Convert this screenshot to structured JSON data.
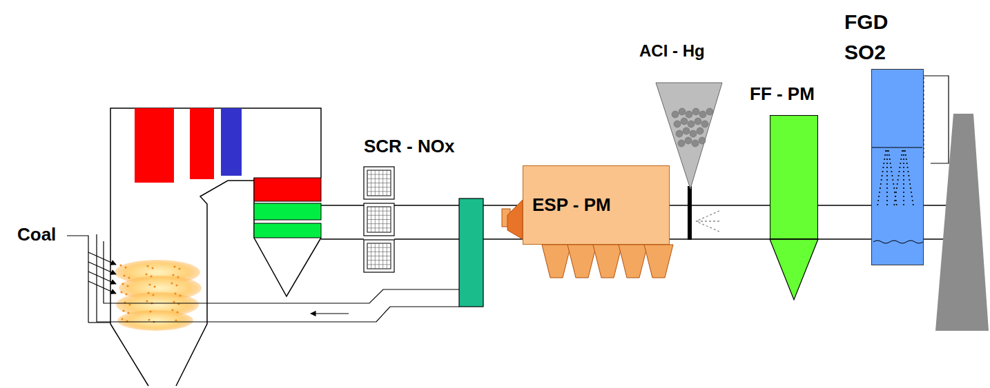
{
  "diagram": {
    "nodes": [
      {
        "text": [
          "SCR - NOx"
        ]
      },
      {
        "text": [
          "ESP - PM"
        ]
      },
      {
        "text": [
          "ACI - Hg"
        ]
      },
      {
        "text": [
          "FF - PM"
        ]
      },
      {
        "text": [
          "FGD SO2"
        ]
      }
    ],
    "edges": [
      {
        "from": 0,
        "to": 1,
        "arrow": "none"
      },
      {
        "from": 1,
        "to": 3,
        "arrow": "none"
      },
      {
        "from": 3,
        "to": 4,
        "arrow": "none"
      }
    ],
    "labels": [
      "Coal"
    ]
  }
}
